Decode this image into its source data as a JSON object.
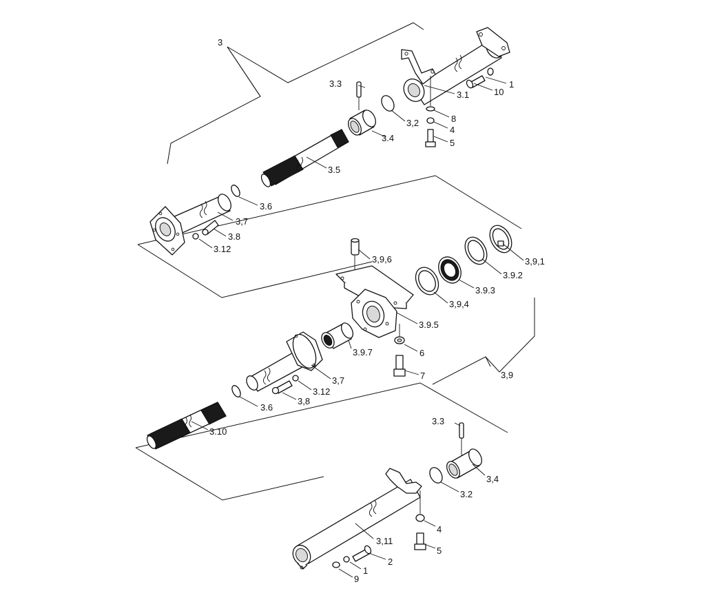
{
  "labels": {
    "l_3": "3",
    "l_3_3_top": "3.3",
    "l_1_top": "1",
    "l_10": "10",
    "l_3_1": "3.1",
    "l_8": "8",
    "l_3_2_top": "3,2",
    "l_4_top": "4",
    "l_5_top": "5",
    "l_3_4_top": "3.4",
    "l_3_5": "3.5",
    "l_3_6_top": "3.6",
    "l_3_7_top": "3,7",
    "l_3_8_top": "3.8",
    "l_3_12_top": "3.12",
    "l_3_9_6": "3,9,6",
    "l_3_9_1": "3,9,1",
    "l_3_9_2": "3.9.2",
    "l_3_9_3": "3.9.3",
    "l_3_9_4": "3,9,4",
    "l_3_9_5": "3.9.5",
    "l_3_9_7": "3.9.7",
    "l_6": "6",
    "l_7": "7",
    "l_3_9": "3,9",
    "l_3_7_mid": "3,7",
    "l_3_12_mid": "3.12",
    "l_3_8_mid": "3,8",
    "l_3_6_mid": "3.6",
    "l_3_10": "3.10",
    "l_3_3_bot": "3.3",
    "l_3_4_bot": "3,4",
    "l_3_2_bot": "3.2",
    "l_4_bot": "4",
    "l_5_bot": "5",
    "l_3_11": "3,11",
    "l_2": "2",
    "l_1_bot": "1",
    "l_9": "9"
  }
}
